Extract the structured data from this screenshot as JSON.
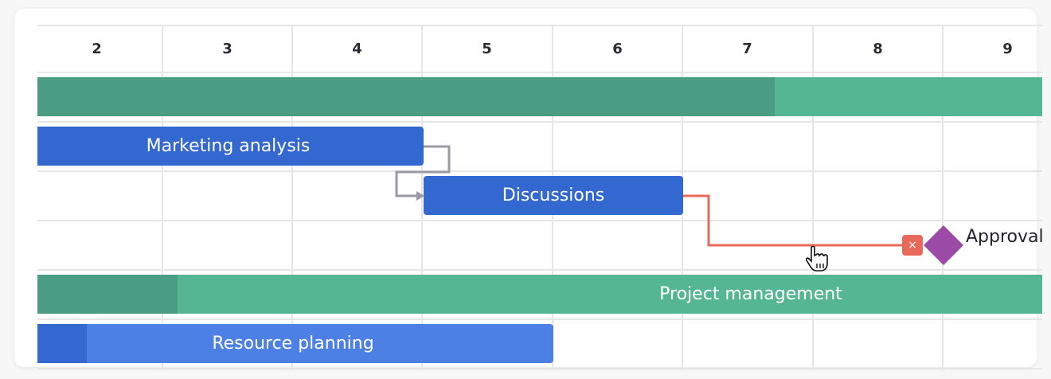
{
  "timeline": {
    "columns": [
      "2",
      "3",
      "4",
      "5",
      "6",
      "7",
      "8",
      "9"
    ]
  },
  "tasks": [
    {
      "name": "",
      "type": "summary",
      "color": "#55b694",
      "progress_color": "#4a9c82"
    },
    {
      "name": "Marketing analysis",
      "type": "task",
      "color": "#3468d1"
    },
    {
      "name": "Discussions",
      "type": "task",
      "color": "#3468d1"
    },
    {
      "name": "Approval",
      "type": "milestone",
      "color": "#9b4aa5"
    },
    {
      "name": "Project management",
      "type": "summary",
      "color": "#55b694",
      "progress_color": "#4a9c82"
    },
    {
      "name": "Resource planning",
      "type": "task",
      "color": "#4d80e4",
      "progress_color": "#3468d1"
    }
  ],
  "links": {
    "delete_icon": "×",
    "selected_color": "#e8685a",
    "default_color": "#9a9aa6"
  },
  "cursor": "hand-pointer-icon"
}
